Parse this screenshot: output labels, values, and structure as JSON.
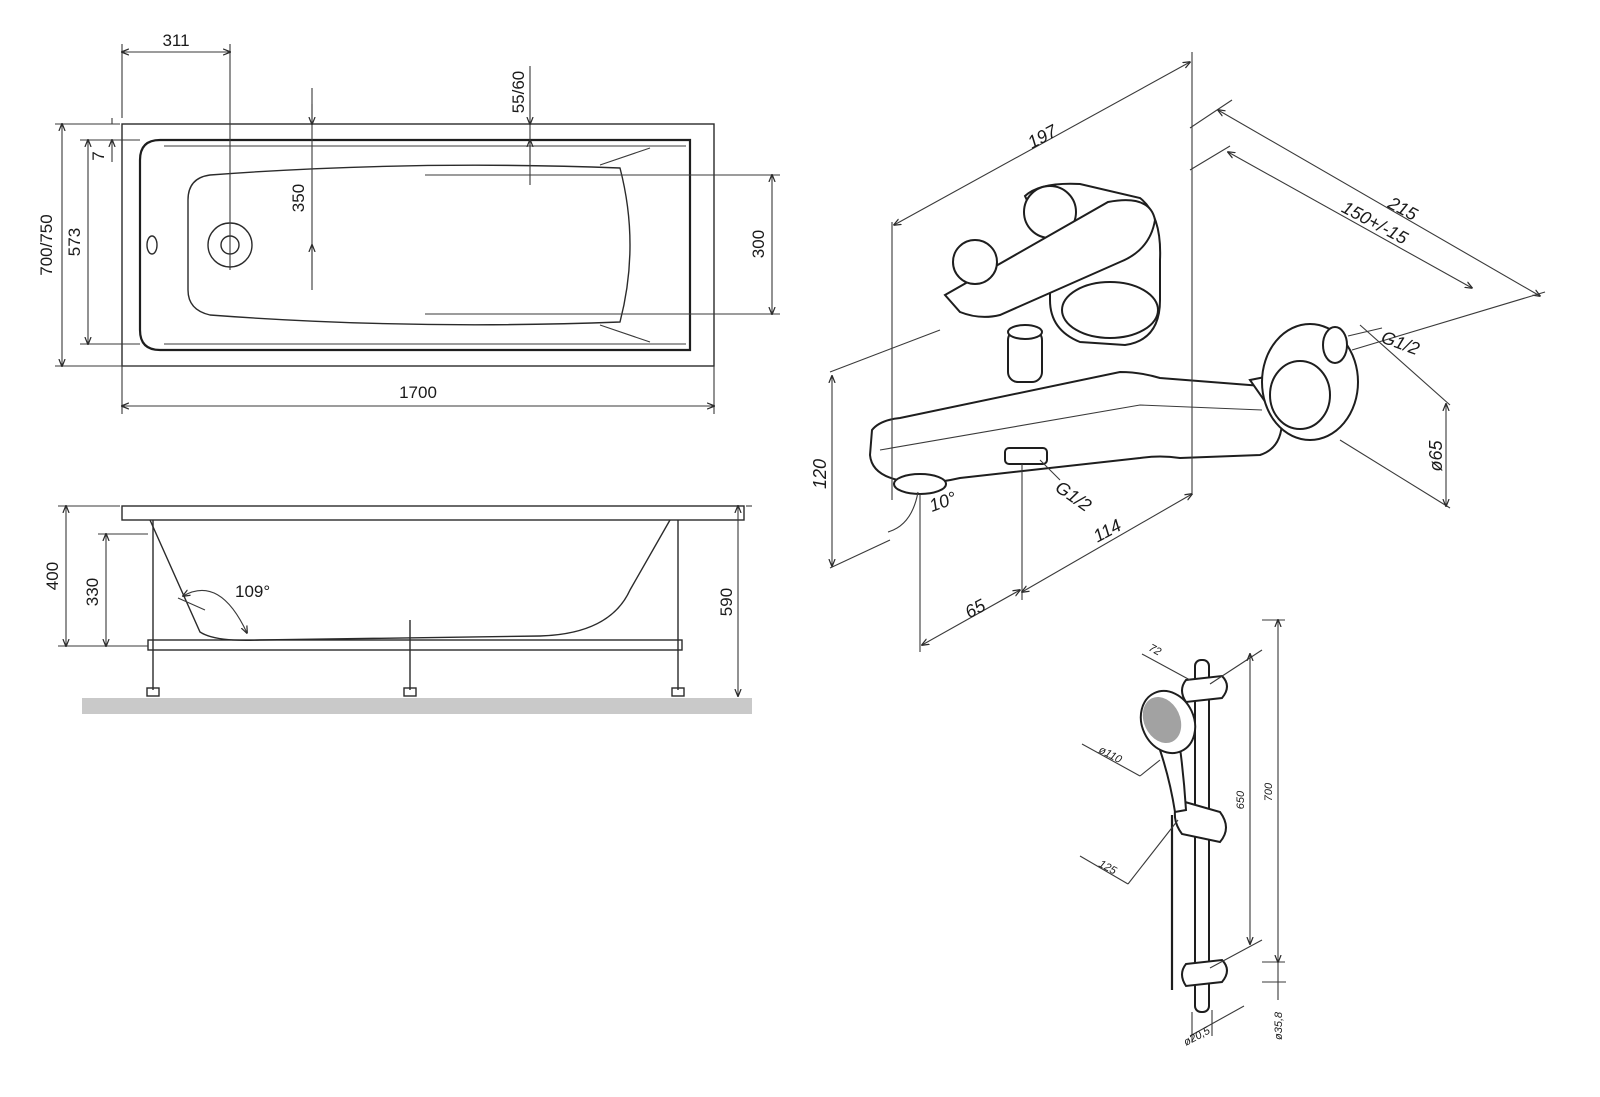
{
  "bathtub_top_view": {
    "dim_311": "311",
    "dim_55_60": "55/60",
    "dim_7": "7",
    "dim_700_750": "700/750",
    "dim_573": "573",
    "dim_350": "350",
    "dim_300": "300",
    "dim_1700": "1700"
  },
  "bathtub_side_view": {
    "dim_400": "400",
    "dim_330": "330",
    "dim_590": "590",
    "angle_109": "109°"
  },
  "bath_mixer": {
    "dim_197": "197",
    "dim_215": "215",
    "dim_150": "150+/-15",
    "dim_120": "120",
    "dim_65_diameter": "ø65",
    "thread_top": "G1/2",
    "thread_bottom": "G1/2",
    "angle_10": "10°",
    "dim_114": "114",
    "dim_65": "65"
  },
  "shower_set": {
    "dim_72": "72",
    "dim_110": "ø110",
    "dim_125": "125",
    "dim_650": "650",
    "dim_700": "700",
    "dim_20_5": "ø20,5",
    "dim_35_8": "ø35,8"
  },
  "colors": {
    "line": "#2b2b2b",
    "floor": "#c9c9c9",
    "background": "#ffffff"
  }
}
